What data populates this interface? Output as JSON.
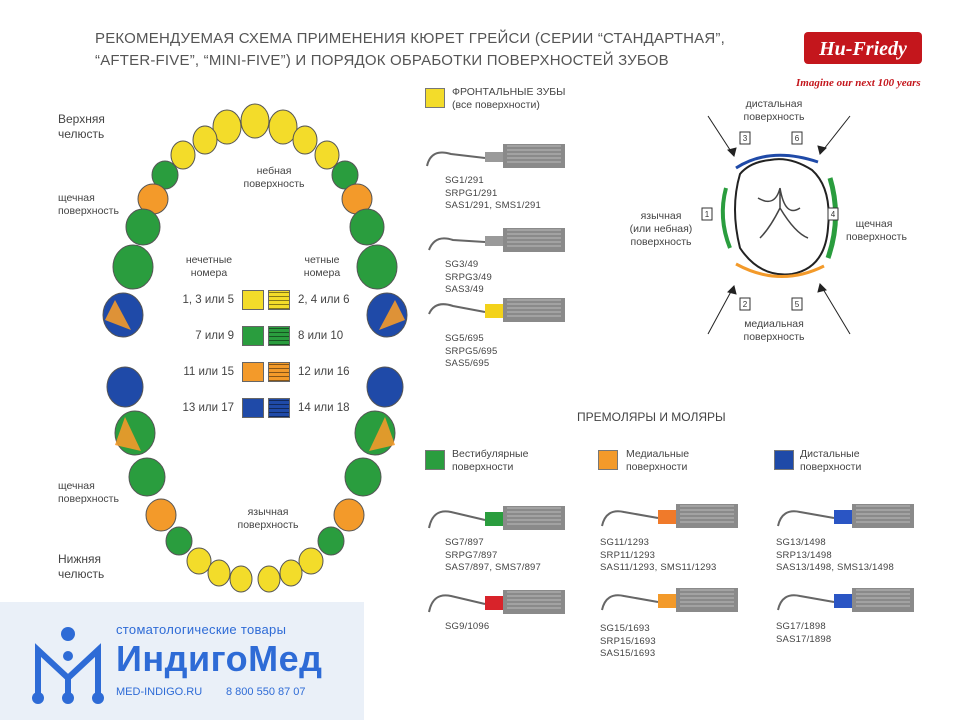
{
  "header": {
    "title_line1": "РЕКОМЕНДУЕМАЯ СХЕМА ПРИМЕНЕНИЯ КЮРЕТ ГРЕЙСИ (СЕРИИ “СТАНДАРТНАЯ”,",
    "title_line2": "“AFTER-FIVE”, “MINI-FIVE”) И ПОРЯДОК ОБРАБОТКИ ПОВЕРХНОСТЕЙ ЗУБОВ"
  },
  "brand": {
    "logo_text": "Hu-Friedy",
    "tagline": "Imagine our next 100 years",
    "color": "#c4161c"
  },
  "colors": {
    "yellow": "#f3dc2a",
    "green": "#2a9d3e",
    "orange": "#f39a2a",
    "blue": "#1f4aa8"
  },
  "jaw": {
    "upper_label": [
      "Верхняя",
      "челюсть"
    ],
    "upper_buccal": [
      "щечная",
      "поверхность"
    ],
    "palatal": [
      "небная",
      "поверхность"
    ],
    "odd_header": [
      "нечетные",
      "номера"
    ],
    "even_header": [
      "четные",
      "номера"
    ],
    "legend": [
      {
        "odd": "1, 3 или 5",
        "even": "2, 4 или 6",
        "color": "#f3dc2a"
      },
      {
        "odd": "7 или 9",
        "even": "8 или 10",
        "color": "#2a9d3e"
      },
      {
        "odd": "11 или 15",
        "even": "12 или 16",
        "color": "#f39a2a"
      },
      {
        "odd": "13 или 17",
        "even": "14 или 18",
        "color": "#1f4aa8"
      }
    ],
    "lower_buccal": [
      "щечная",
      "поверхность"
    ],
    "lingual": [
      "язычная",
      "поверхность"
    ],
    "lower_label": [
      "Нижняя",
      "челюсть"
    ]
  },
  "anterior": {
    "title": "ФРОНТАЛЬНЫЕ ЗУБЫ",
    "subtitle": "(все поверхности)",
    "instruments": [
      {
        "codes": [
          "SG1/291",
          "SRPG1/291",
          "SAS1/291,  SMS1/291"
        ],
        "collar": "#9a9a9a"
      },
      {
        "codes": [
          "SG3/49",
          "SRPG3/49",
          "SAS3/49"
        ],
        "collar": "#9a9a9a"
      },
      {
        "codes": [
          "SG5/695",
          "SRPG5/695",
          "SAS5/695"
        ],
        "collar": "#f3d21a"
      }
    ]
  },
  "tooth_diagram": {
    "distal": [
      "дистальная",
      "поверхность"
    ],
    "lingual": [
      "язычная",
      "(или небная)",
      "поверхность"
    ],
    "buccal": [
      "щечная",
      "поверхность"
    ],
    "mesial": [
      "медиальная",
      "поверхность"
    ],
    "numbers": [
      "1",
      "2",
      "3",
      "4",
      "5",
      "6"
    ]
  },
  "posterior": {
    "title": "ПРЕМОЛЯРЫ И МОЛЯРЫ",
    "groups": [
      {
        "label": [
          "Вестибулярные",
          "поверхности"
        ],
        "color": "#2a9d3e",
        "instruments": [
          {
            "codes": [
              "SG7/897",
              "SRPG7/897",
              "SAS7/897,   SMS7/897"
            ],
            "collar": "#2a9d3e"
          },
          {
            "codes": [
              "SG9/1096"
            ],
            "collar": "#d8232a"
          }
        ]
      },
      {
        "label": [
          "Медиальные",
          "поверхности"
        ],
        "color": "#f39a2a",
        "instruments": [
          {
            "codes": [
              "SG11/1293",
              "SRP11/1293",
              "SAS11/1293,  SMS11/1293"
            ],
            "collar": "#f07a2a"
          },
          {
            "codes": [
              "SG15/1693",
              "SRP15/1693",
              "SAS15/1693"
            ],
            "collar": "#f39a2a"
          }
        ]
      },
      {
        "label": [
          "Дистальные",
          "поверхности"
        ],
        "color": "#1f4aa8",
        "instruments": [
          {
            "codes": [
              "SG13/1498",
              "SRP13/1498",
              "SAS13/1498,  SMS13/1498"
            ],
            "collar": "#2a55c4"
          },
          {
            "codes": [
              "SG17/1898",
              "SAS17/1898"
            ],
            "collar": "#2a55c4"
          }
        ]
      }
    ]
  },
  "footer": {
    "tagline": "стоматологические товары",
    "brand": "ИндигоМед",
    "site": "MED-INDIGO.RU",
    "phone": "8 800 550 87 07",
    "color": "#2e6bd6"
  }
}
